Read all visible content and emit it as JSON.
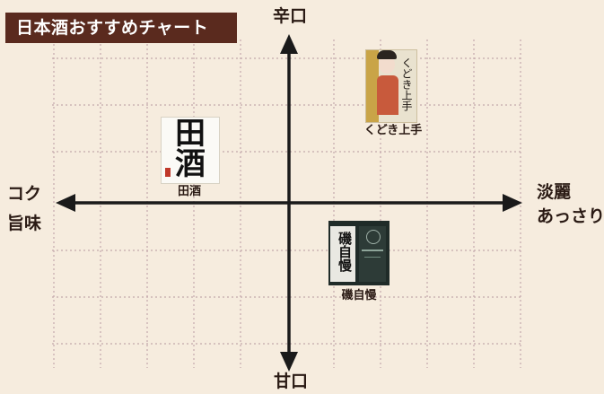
{
  "title": "日本酒おすすめチャート",
  "axes": {
    "top": "辛口",
    "bottom": "甘口",
    "left_line1": "コク",
    "left_line2": "旨味",
    "right_line1": "淡麗",
    "right_line2": "あっさり"
  },
  "products": [
    {
      "name": "くどき上手",
      "quadrant": "dry-light"
    },
    {
      "name": "田酒",
      "quadrant": "dry-rich"
    },
    {
      "name": "磯自慢",
      "quadrant": "sweet-light"
    }
  ],
  "label_art": {
    "kudoki_script": "くどき上手",
    "tasake_char1": "田",
    "tasake_char2": "酒",
    "isojiman_script": "磯自慢"
  },
  "colors": {
    "background": "#f6ecde",
    "title_badge": "#5a2a1e",
    "grid": "#c4a8ac",
    "axis": "#1a1a1a"
  }
}
